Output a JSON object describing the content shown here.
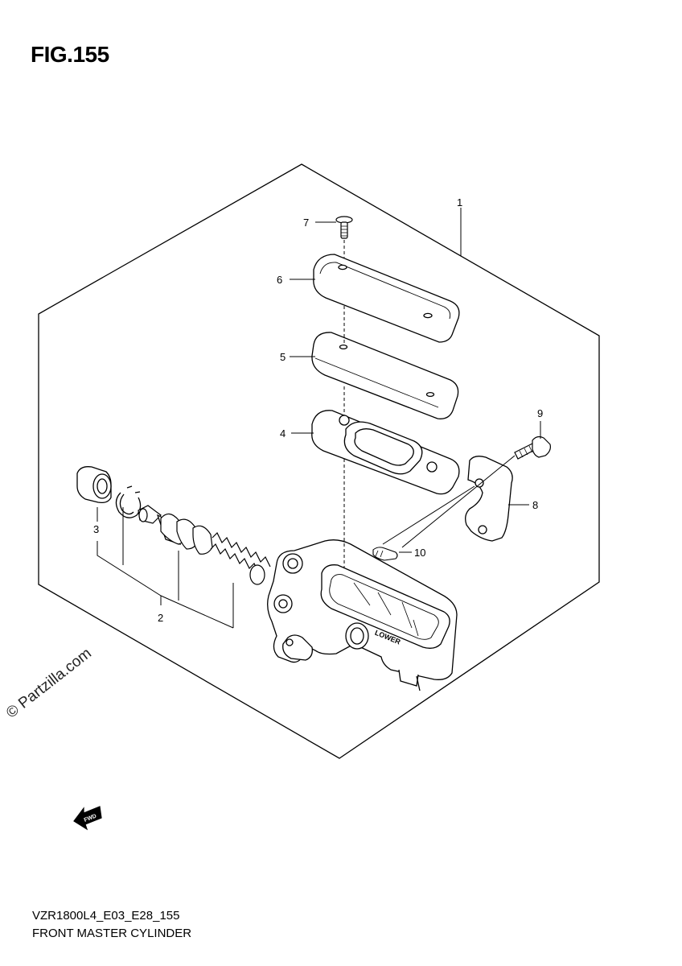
{
  "figure": {
    "title": "FIG.155",
    "code": "VZR1800L4_E03_E28_155",
    "name": "FRONT MASTER CYLINDER",
    "watermark": "© Partzilla.com",
    "lower_mark": "LOWER",
    "fwd_mark": "FWD"
  },
  "callouts": [
    {
      "id": "1",
      "label": "1"
    },
    {
      "id": "2",
      "label": "2"
    },
    {
      "id": "3",
      "label": "3"
    },
    {
      "id": "4",
      "label": "4"
    },
    {
      "id": "5",
      "label": "5"
    },
    {
      "id": "6",
      "label": "6"
    },
    {
      "id": "7",
      "label": "7"
    },
    {
      "id": "8",
      "label": "8"
    },
    {
      "id": "9",
      "label": "9"
    },
    {
      "id": "10",
      "label": "10"
    }
  ]
}
